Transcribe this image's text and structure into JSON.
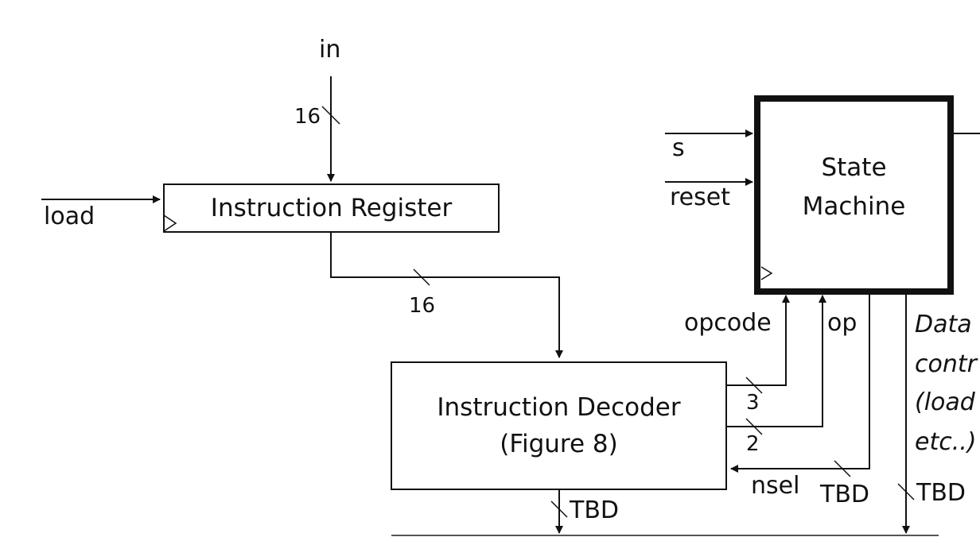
{
  "blocks": {
    "instruction_register": "Instruction Register",
    "instruction_decoder_line1": "Instruction Decoder",
    "instruction_decoder_line2": "(Figure 8)",
    "state_machine_line1": "State",
    "state_machine_line2": "Machine"
  },
  "signals": {
    "in": "in",
    "load": "load",
    "s": "s",
    "reset": "reset",
    "opcode": "opcode",
    "op": "op",
    "nsel": "nsel"
  },
  "bus_widths": {
    "in_width": "16",
    "ir_to_decoder_width": "16",
    "opcode_width": "3",
    "op_width": "2",
    "nsel_width": "TBD",
    "decoder_out_width": "TBD",
    "datapath_ctrl_width": "TBD"
  },
  "annotation": {
    "line1": "Data",
    "line2": "contr",
    "line3": "(load",
    "line4": "etc..)"
  },
  "colors": {
    "stroke": "#111111",
    "background": "#ffffff"
  }
}
